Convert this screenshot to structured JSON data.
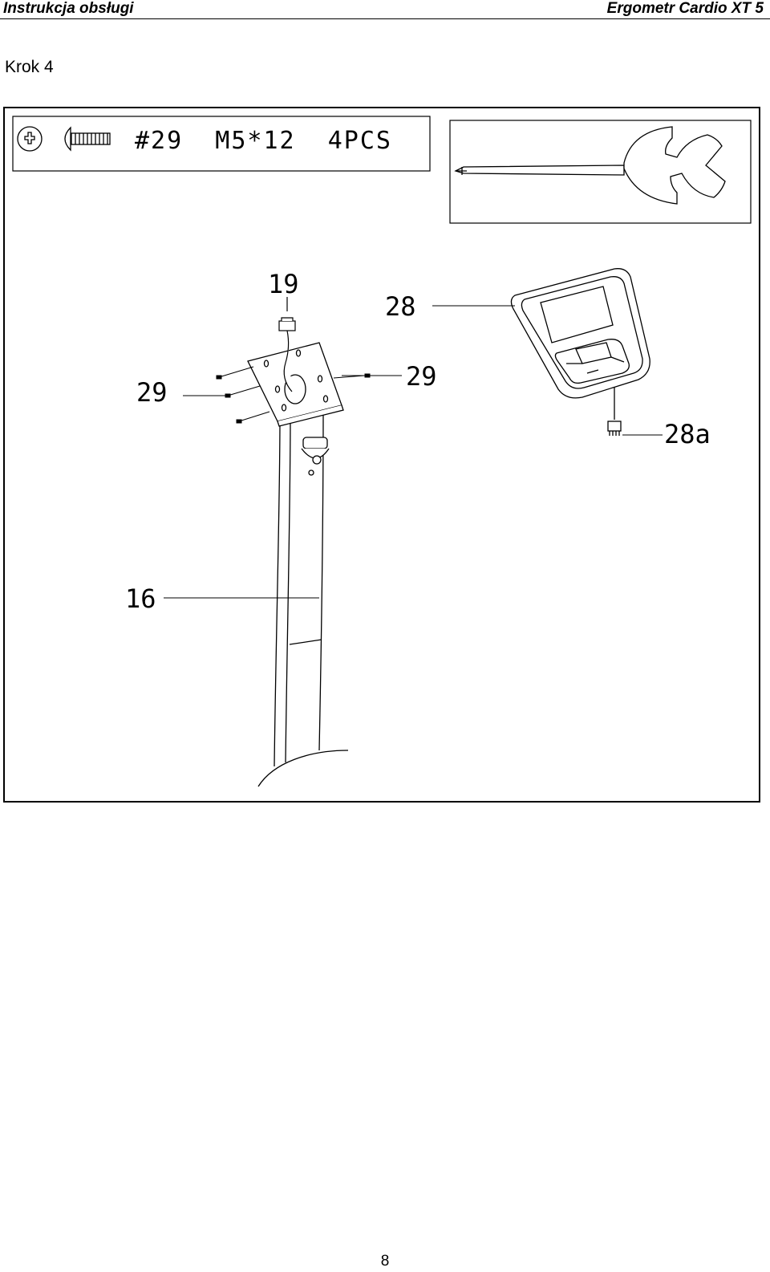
{
  "header": {
    "left_title": "Instrukcja obsługi",
    "right_title": "Ergometr Cardio XT 5"
  },
  "step": {
    "title": "Krok 4"
  },
  "hardware": {
    "screw_label": "#29  M5*12  4PCS"
  },
  "callouts": {
    "cable_connector": "19",
    "computer": "28",
    "screws_right": "29",
    "screws_left": "29",
    "computer_connector": "28a",
    "handlebar_post": "16"
  },
  "icons": {
    "screw": "phillips-screw-icon",
    "tool": "screwdriver-wrench-icon"
  },
  "footer": {
    "page_number": "8"
  }
}
